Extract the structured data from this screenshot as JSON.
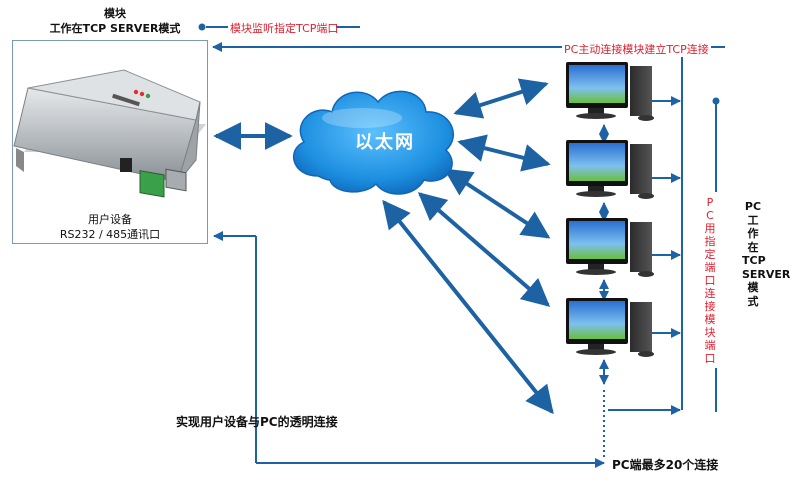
{
  "module_title": {
    "line1": "模块",
    "line2": "工作在TCP SERVER模式"
  },
  "listen_label": "模块监听指定TCP端口",
  "connect_label": "PC主动连接模块建立TCP连接",
  "device_caption": {
    "line1": "用户设备",
    "line2": "RS232 / 485通讯口"
  },
  "cloud_label": "以太网",
  "vertical_red_label": [
    "P",
    "C",
    "用",
    "指",
    "定",
    "端",
    "口",
    "连",
    "接",
    "模",
    "块",
    "端",
    "口"
  ],
  "vertical_black_label": [
    "PC",
    "工",
    "作",
    "在",
    "TCP",
    "SERVER",
    "模",
    "式"
  ],
  "transparent_label": "实现用户设备与PC的透明连接",
  "max_label": "PC端最多20个连接",
  "colors": {
    "blue_line": "#1d63a4",
    "red_text": "#e02030",
    "box_border": "#7a9ab8",
    "cloud": "#1d8fe0"
  },
  "icons": [
    "serial-server-device",
    "ethernet-cloud",
    "pc-computer"
  ]
}
